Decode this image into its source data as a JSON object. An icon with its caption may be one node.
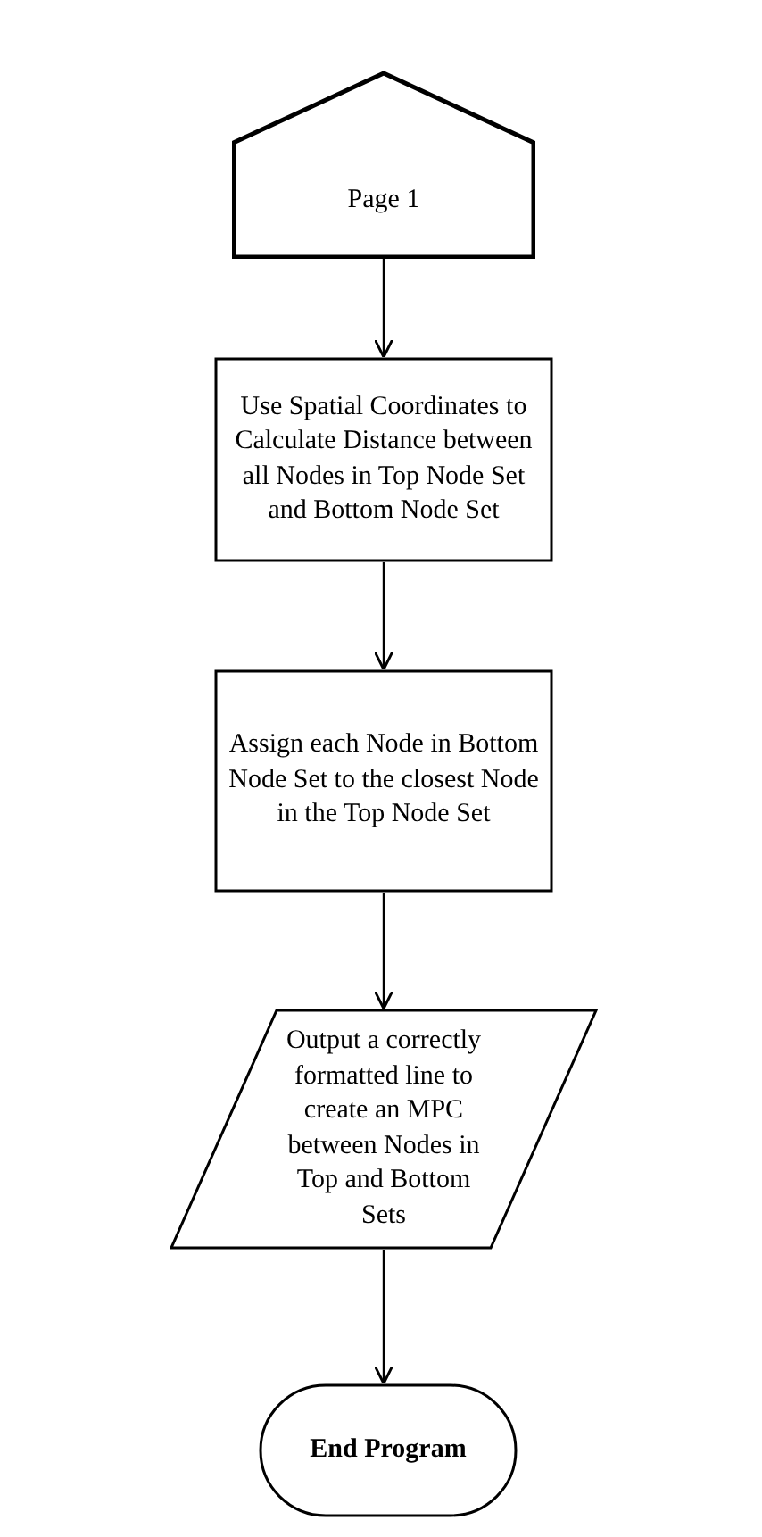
{
  "diagram": {
    "nodes": [
      {
        "text": [
          "Page 1"
        ]
      },
      {
        "text": [
          "Use Spatial Coordinates to Calculate Distance between all Nodes in Top Node Set and Bottom Node Set"
        ]
      },
      {
        "text": [
          "Assign each Node in Bottom Node Set to the closest Node in the Top Node Set"
        ]
      },
      {
        "text": [
          "Output a correctly formatted line to create an MPC between Nodes in Top and Bottom Sets"
        ]
      },
      {
        "text": [
          "End Program"
        ]
      }
    ],
    "edges": [
      {
        "from": 0,
        "to": 1,
        "arrow": "to"
      },
      {
        "from": 1,
        "to": 2,
        "arrow": "to"
      },
      {
        "from": 2,
        "to": 3,
        "arrow": "to"
      },
      {
        "from": 3,
        "to": 4,
        "arrow": "to"
      }
    ]
  }
}
